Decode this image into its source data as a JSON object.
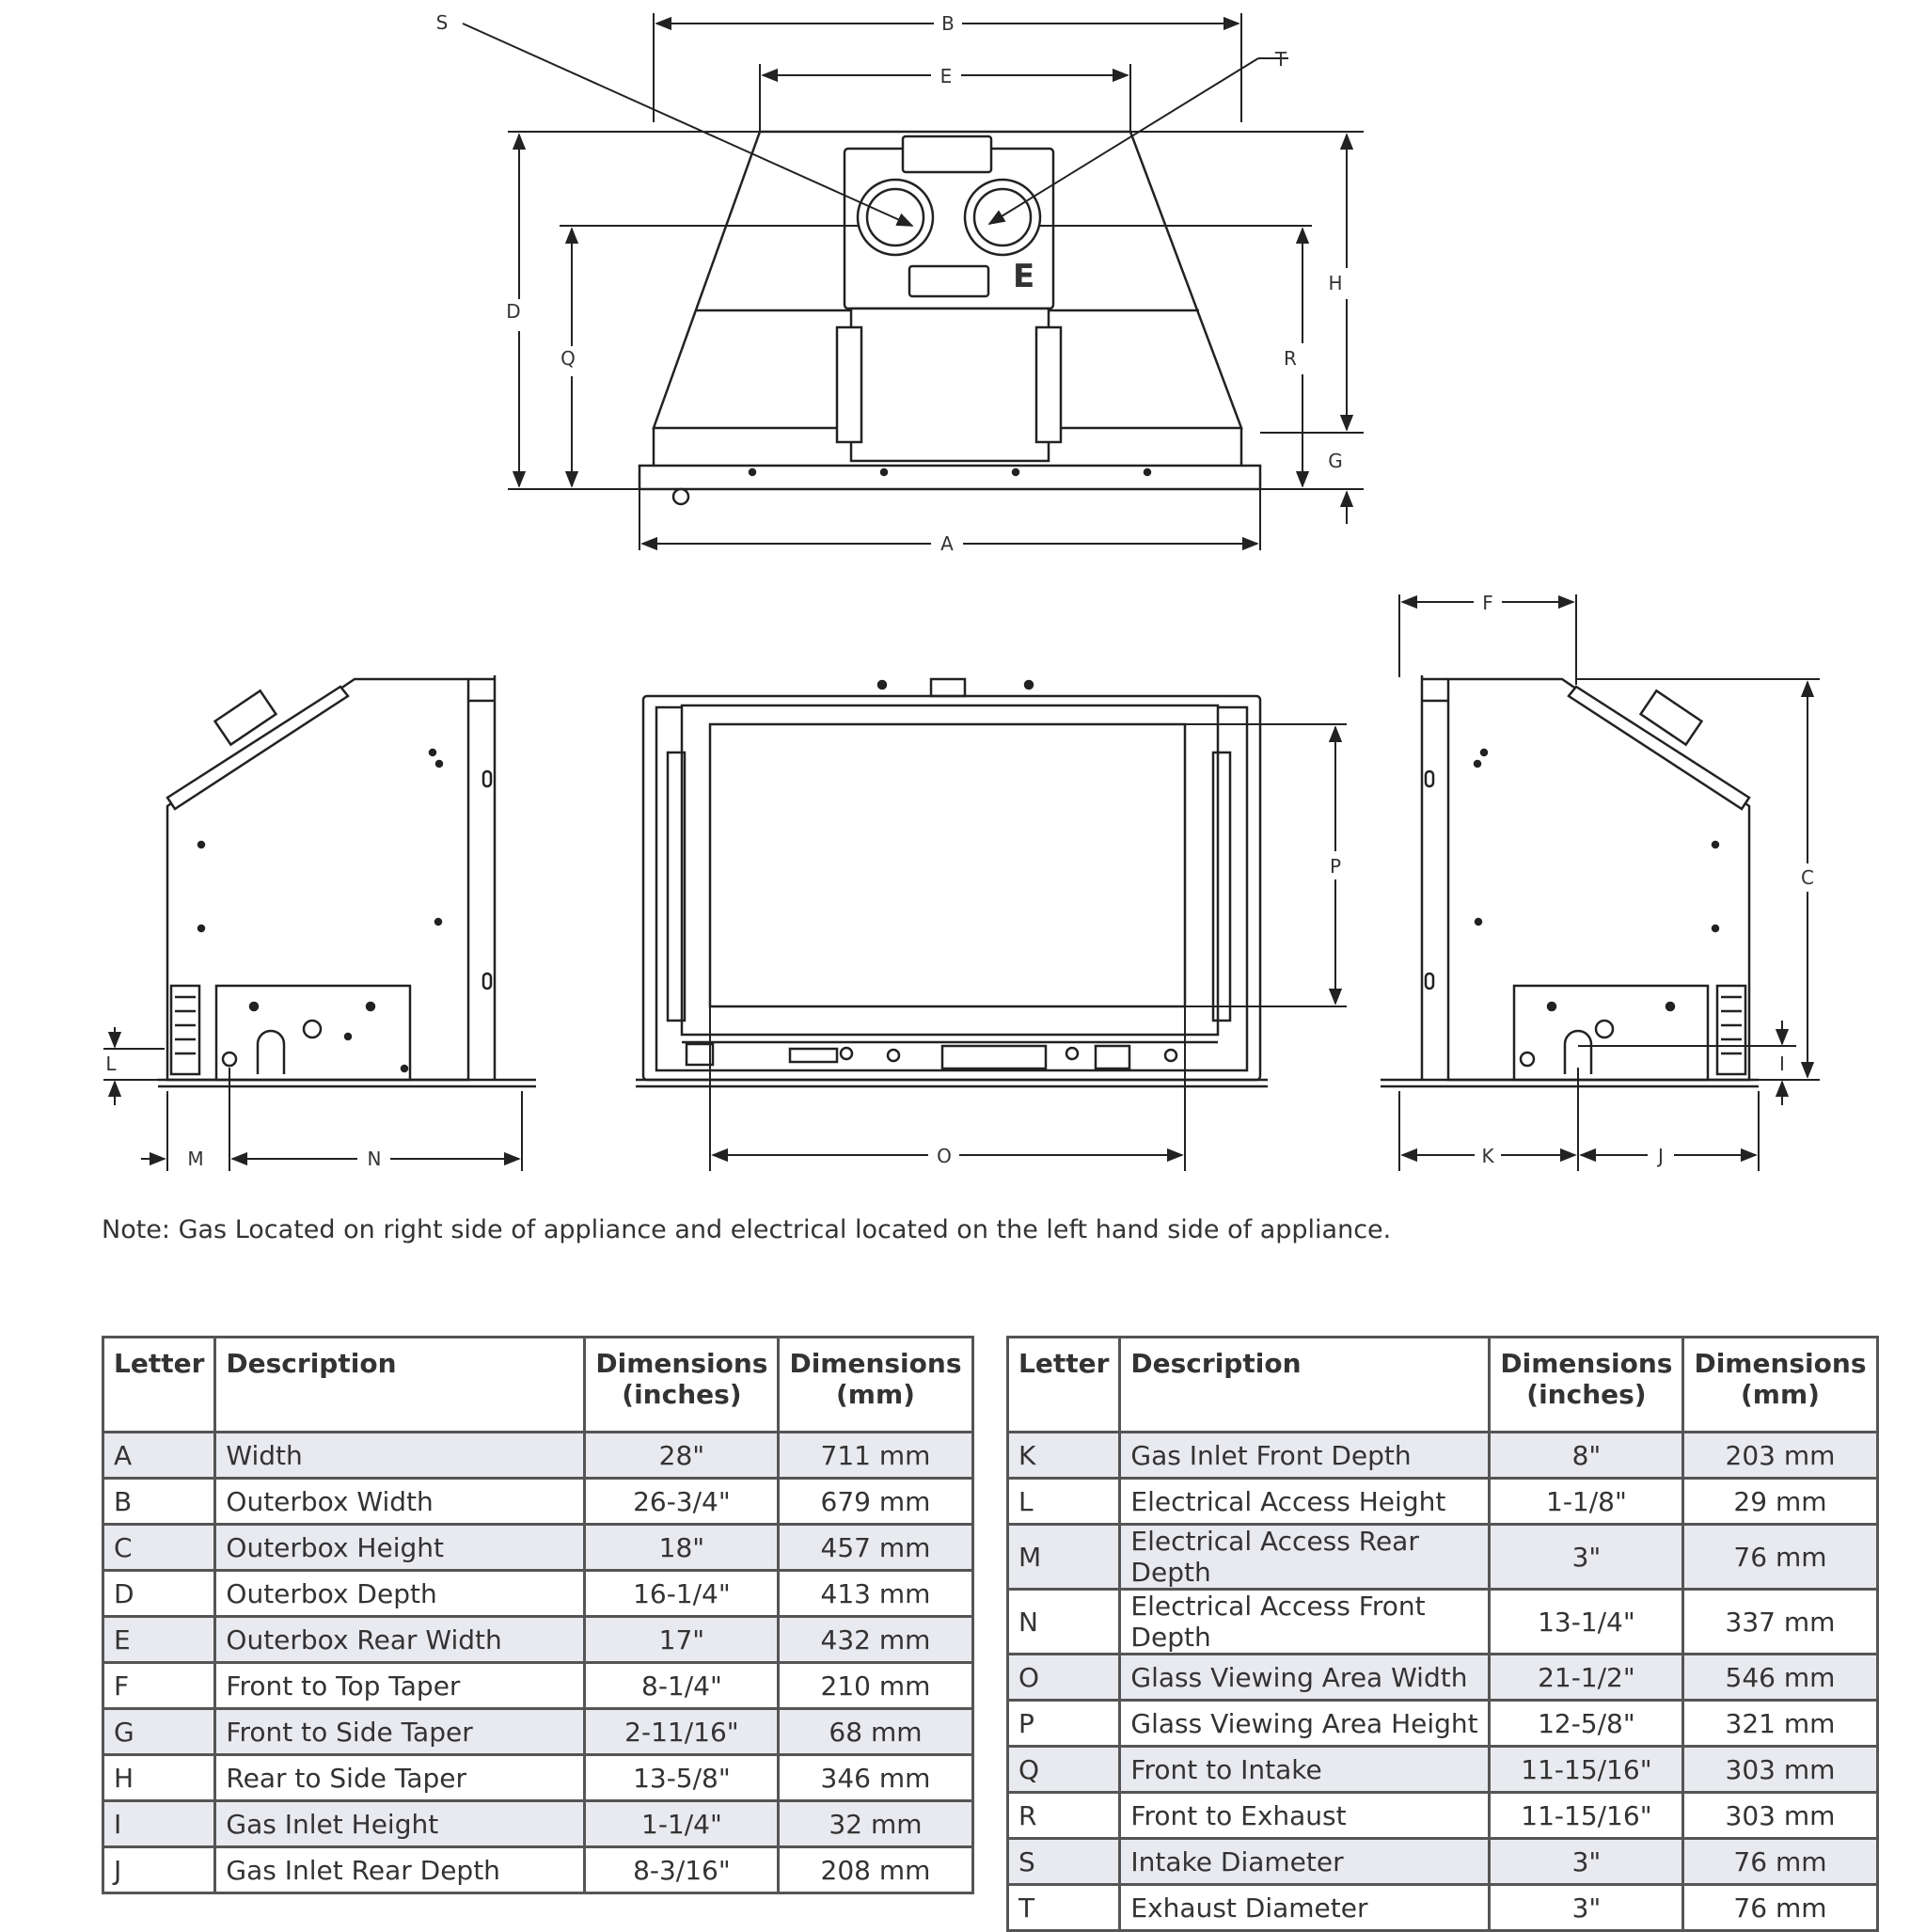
{
  "diagram": {
    "dimension_letters": [
      "A",
      "B",
      "C",
      "D",
      "E",
      "F",
      "G",
      "H",
      "I",
      "J",
      "K",
      "L",
      "M",
      "N",
      "O",
      "P",
      "Q",
      "R",
      "S",
      "T"
    ],
    "outlet_mark": "E"
  },
  "note": "Note: Gas Located on right side of appliance and electrical located on the left hand side of appliance.",
  "table": {
    "headers": {
      "letter": "Letter",
      "description": "Description",
      "inches_1": "Dimensions",
      "inches_2": "(inches)",
      "mm_1": "Dimensions",
      "mm_2": "(mm)"
    },
    "left": [
      {
        "letter": "A",
        "description": "Width",
        "inches": "28\"",
        "mm": "711 mm"
      },
      {
        "letter": "B",
        "description": "Outerbox Width",
        "inches": "26-3/4\"",
        "mm": "679 mm"
      },
      {
        "letter": "C",
        "description": "Outerbox Height",
        "inches": "18\"",
        "mm": "457 mm"
      },
      {
        "letter": "D",
        "description": "Outerbox Depth",
        "inches": "16-1/4\"",
        "mm": "413 mm"
      },
      {
        "letter": "E",
        "description": "Outerbox Rear Width",
        "inches": "17\"",
        "mm": "432 mm"
      },
      {
        "letter": "F",
        "description": "Front to Top Taper",
        "inches": "8-1/4\"",
        "mm": "210 mm"
      },
      {
        "letter": "G",
        "description": "Front to Side Taper",
        "inches": "2-11/16\"",
        "mm": "68 mm"
      },
      {
        "letter": "H",
        "description": "Rear to Side Taper",
        "inches": "13-5/8\"",
        "mm": "346 mm"
      },
      {
        "letter": "I",
        "description": "Gas Inlet Height",
        "inches": "1-1/4\"",
        "mm": "32 mm"
      },
      {
        "letter": "J",
        "description": "Gas Inlet Rear Depth",
        "inches": "8-3/16\"",
        "mm": "208 mm"
      }
    ],
    "right": [
      {
        "letter": "K",
        "description": "Gas Inlet Front Depth",
        "inches": "8\"",
        "mm": "203 mm"
      },
      {
        "letter": "L",
        "description": "Electrical Access Height",
        "inches": "1-1/8\"",
        "mm": "29 mm"
      },
      {
        "letter": "M",
        "description": "Electrical Access Rear Depth",
        "inches": "3\"",
        "mm": "76 mm"
      },
      {
        "letter": "N",
        "description": "Electrical Access Front Depth",
        "inches": "13-1/4\"",
        "mm": "337 mm"
      },
      {
        "letter": "O",
        "description": "Glass Viewing Area Width",
        "inches": "21-1/2\"",
        "mm": "546 mm"
      },
      {
        "letter": "P",
        "description": "Glass Viewing Area Height",
        "inches": "12-5/8\"",
        "mm": "321 mm"
      },
      {
        "letter": "Q",
        "description": "Front to Intake",
        "inches": "11-15/16\"",
        "mm": "303 mm"
      },
      {
        "letter": "R",
        "description": "Front to Exhaust",
        "inches": "11-15/16\"",
        "mm": "303 mm"
      },
      {
        "letter": "S",
        "description": "Intake Diameter",
        "inches": "3\"",
        "mm": "76 mm"
      },
      {
        "letter": "T",
        "description": "Exhaust Diameter",
        "inches": "3\"",
        "mm": "76 mm"
      }
    ]
  }
}
